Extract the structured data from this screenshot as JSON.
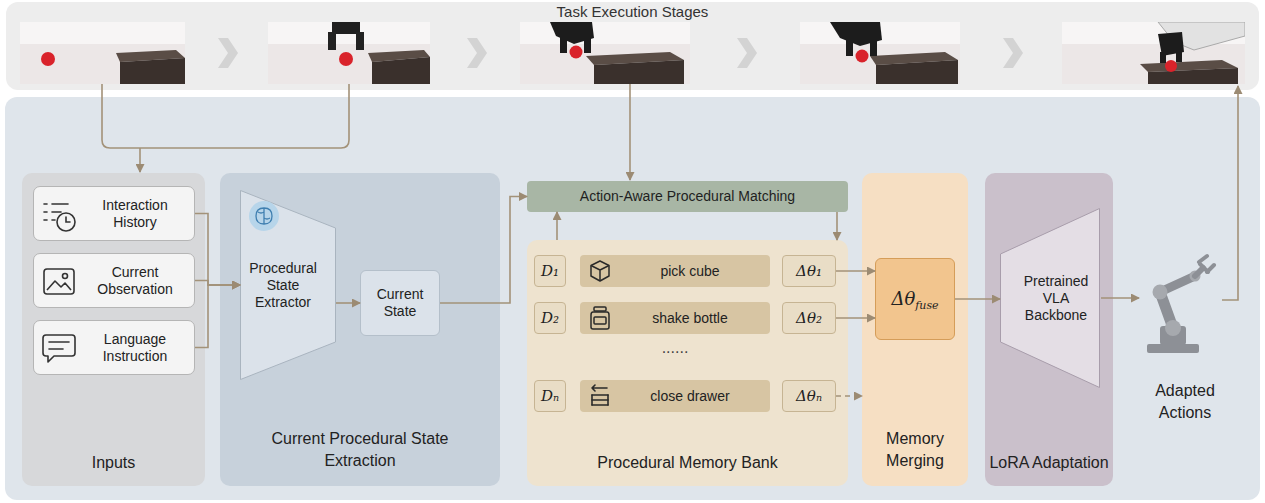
{
  "diagram": {
    "nodes": [
      {
        "text": [
          "Task Execution Stages"
        ]
      },
      {
        "text": [
          "Inputs"
        ]
      },
      {
        "text": [
          "Interaction History"
        ],
        "in": 1
      },
      {
        "text": [
          "Current Observation"
        ],
        "in": 1
      },
      {
        "text": [
          "Language Instruction"
        ],
        "in": 1
      },
      {
        "text": [
          "Current Procedural State Extraction"
        ]
      },
      {
        "text": [
          "Procedural State Extractor"
        ],
        "in": 5
      },
      {
        "text": [
          "Current State"
        ],
        "in": 5
      },
      {
        "text": [
          "Action-Aware Procedural Matching"
        ]
      },
      {
        "text": [
          "Procedural Memory Bank"
        ]
      },
      {
        "text": [
          "D₁"
        ],
        "in": 9
      },
      {
        "text": [
          "pick cube"
        ],
        "in": 9
      },
      {
        "text": [
          "Δθ₁"
        ],
        "in": 9
      },
      {
        "text": [
          "D₂"
        ],
        "in": 9
      },
      {
        "text": [
          "shake bottle"
        ],
        "in": 9
      },
      {
        "text": [
          "Δθ₂"
        ],
        "in": 9
      },
      {
        "text": [
          "Dₙ"
        ],
        "in": 9
      },
      {
        "text": [
          "close drawer"
        ],
        "in": 9
      },
      {
        "text": [
          "Δθₙ"
        ],
        "in": 9
      },
      {
        "text": [
          "Memory Merging"
        ]
      },
      {
        "text": [
          "Δθ",
          "fuse"
        ],
        "in": 19
      },
      {
        "text": [
          "LoRA Adaptation"
        ]
      },
      {
        "text": [
          "Pretrained VLA Backbone"
        ],
        "in": 21
      }
    ],
    "edges": [
      {
        "from": 2,
        "to": 6,
        "arrow": "to"
      },
      {
        "from": 3,
        "to": 6,
        "arrow": "to"
      },
      {
        "from": 4,
        "to": 6,
        "arrow": "to"
      },
      {
        "from": 6,
        "to": 7,
        "arrow": "to"
      },
      {
        "from": 7,
        "to": 8,
        "arrow": "to"
      },
      {
        "from": 9,
        "to": 8,
        "arrow": "to"
      },
      {
        "from": 8,
        "to": 9,
        "arrow": "to"
      },
      {
        "from": 12,
        "to": 20,
        "arrow": "to"
      },
      {
        "from": 15,
        "to": 20,
        "arrow": "to"
      },
      {
        "from": 18,
        "to": 19,
        "arrow": "to"
      },
      {
        "from": 20,
        "to": 22,
        "arrow": "to"
      }
    ],
    "labels": [
      "......",
      "Adapted Actions"
    ]
  }
}
